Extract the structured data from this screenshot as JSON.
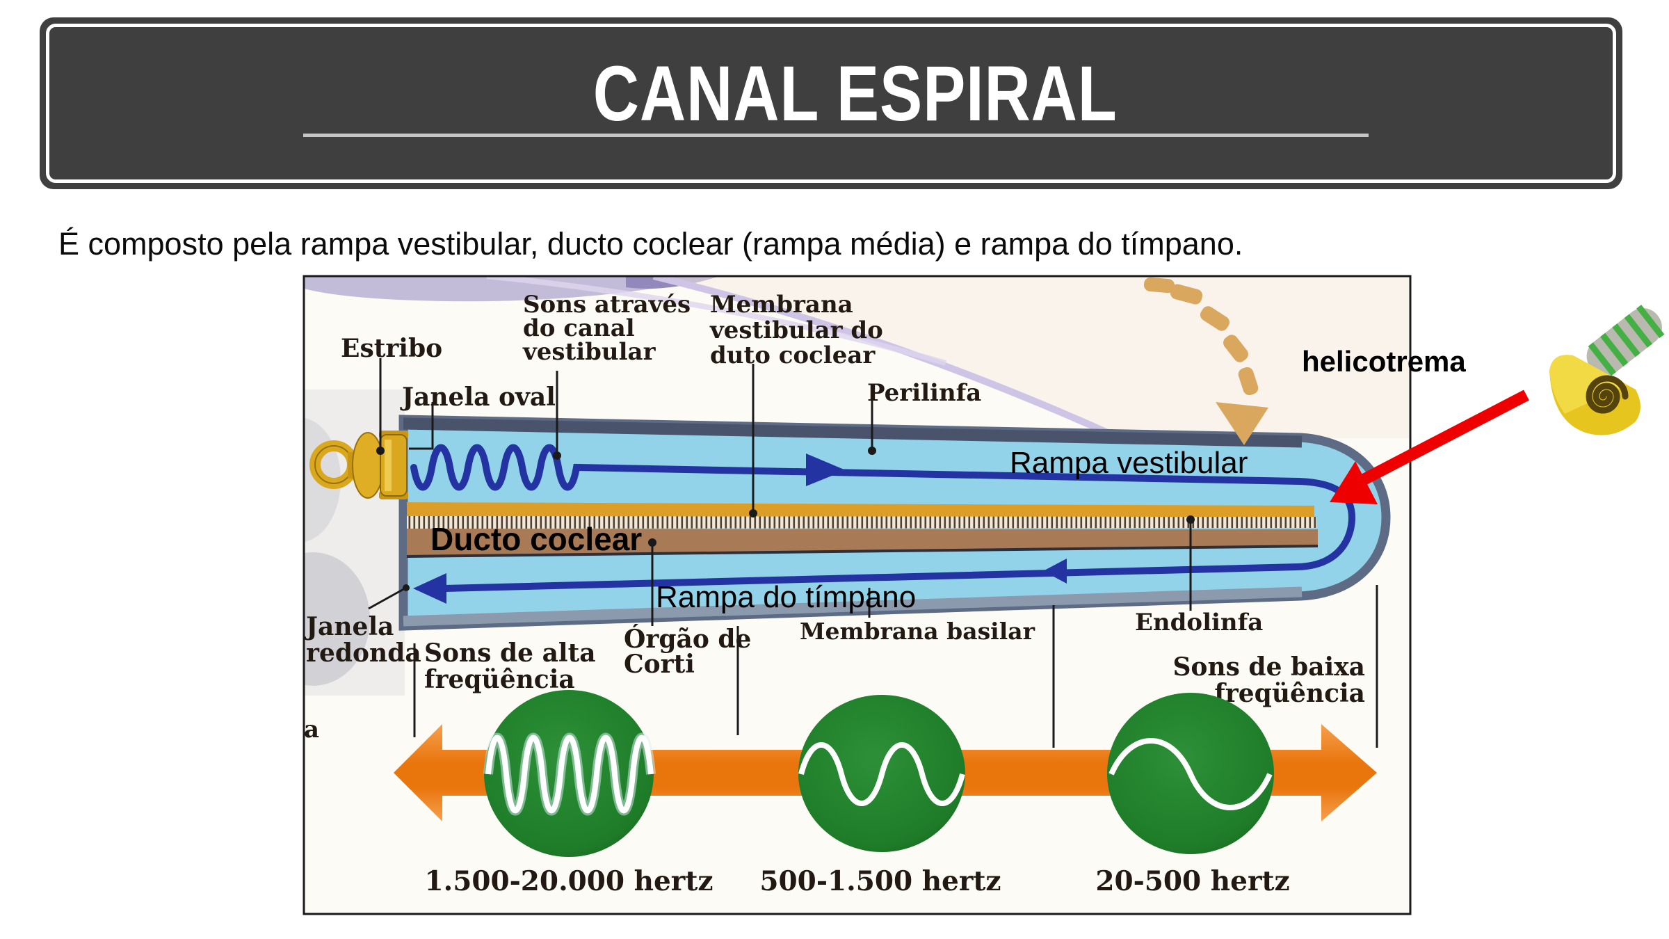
{
  "slide": {
    "title": "CANAL ESPIRAL",
    "body_text": "É composto pela rampa vestibular, ducto coclear (rampa média) e rampa do tímpano."
  },
  "colors": {
    "header_bg": "#3f3f3f",
    "title_text": "#ffffff",
    "underline": "#c6c6c6",
    "canal_blue": "#93d3e9",
    "wave_navy": "#2433a2",
    "membrane_gold": "#dc9e27",
    "duct_brown": "#a87a56",
    "circle_green": "#1e7c28",
    "arrow_orange": "#ec7c14",
    "dash_tan": "#d9a75e",
    "highlight_red": "#ee0000",
    "stapes_gold": "#d9a81f"
  },
  "diagram": {
    "labels": {
      "estribo": "Estribo",
      "janela_oval": "Janela oval",
      "sons_canal_l1": "Sons através",
      "sons_canal_l2": "do canal",
      "sons_canal_l3": "vestibular",
      "membrana_vestibular_l1": "Membrana",
      "membrana_vestibular_l2": "vestibular do",
      "membrana_vestibular_l3": "duto coclear",
      "perilinfa": "Perilinfa",
      "rampa_vestibular": "Rampa vestibular",
      "helicotrema": "helicotrema",
      "ducto_coclear": "Ducto coclear",
      "rampa_timpano": "Rampa do tímpano",
      "janela_redonda_l1": "Janela",
      "janela_redonda_l2": "redonda",
      "sons_alta_l1": "Sons de alta",
      "sons_alta_l2": "freqüência",
      "orgao_corti_l1": "Órgão de",
      "orgao_corti_l2": "Corti",
      "membrana_basilar": "Membrana basilar",
      "endolinfa": "Endolinfa",
      "sons_baixa_l1": "Sons de baixa",
      "sons_baixa_l2": "freqüência",
      "stray_letter": "a"
    },
    "frequency_ranges": {
      "high": "1.500-20.000 hertz",
      "mid": "500-1.500 hertz",
      "low": "20-500 hertz"
    }
  }
}
